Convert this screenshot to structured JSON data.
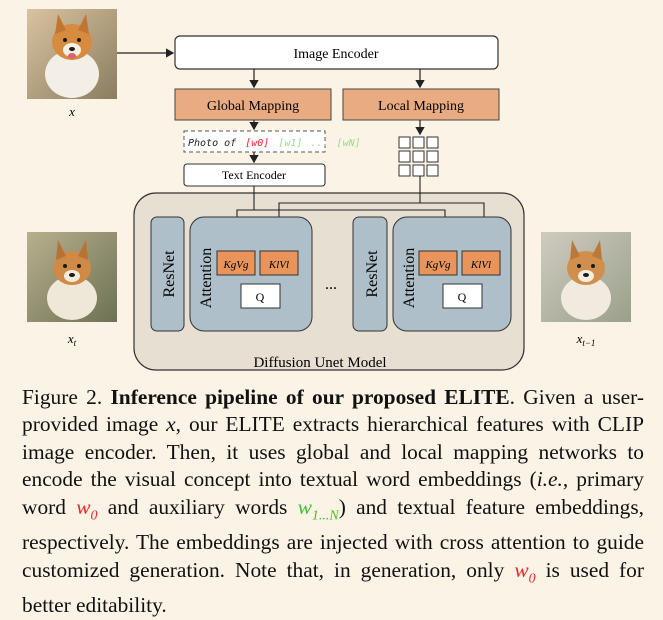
{
  "diagram": {
    "image_encoder": "Image Encoder",
    "global_mapping": "Global Mapping",
    "local_mapping": "Local Mapping",
    "prompt": {
      "prefix": "Photo of",
      "w0": "[w0]",
      "w1": "[w1]",
      "ellipsis": "...",
      "wN": "[wN]"
    },
    "text_encoder": "Text Encoder",
    "resnet": "ResNet",
    "attention": "Attention",
    "kv_global": "KgVg",
    "kv_local": "KlVl",
    "q": "Q",
    "dots": "...",
    "unet_label": "Diffusion Unet Model",
    "label_x": "x",
    "label_xt": "xt",
    "label_xt1": "xt−1"
  },
  "caption": {
    "fig": "Figure 2.",
    "title": "Inference pipeline of our proposed ELITE",
    "p1": ". Given a user-provided image ",
    "x": "x",
    "p2": ", our ELITE extracts hierarchical features with CLIP image encoder. Then, it uses global and local mapping networks to encode the visual concept into textual word embeddings (",
    "ie": "i.e.",
    "p3": ", primary word ",
    "w0": "w0",
    "p4": " and auxiliary words ",
    "w1n": "w1...N",
    "p5": ") and textual feature embeddings, respectively. The embeddings are injected with cross attention to guide customized generation. Note that, in generation, only ",
    "w0b": "w0",
    "p6": " is used for better editability."
  },
  "colors": {
    "mapping_fill": "#e8ab82",
    "kv_fill": "#e8945a",
    "attention_fill": "#aebfc9",
    "unet_fill": "#e7dfd2",
    "red": "#e8262b",
    "green": "#3fc22e"
  }
}
